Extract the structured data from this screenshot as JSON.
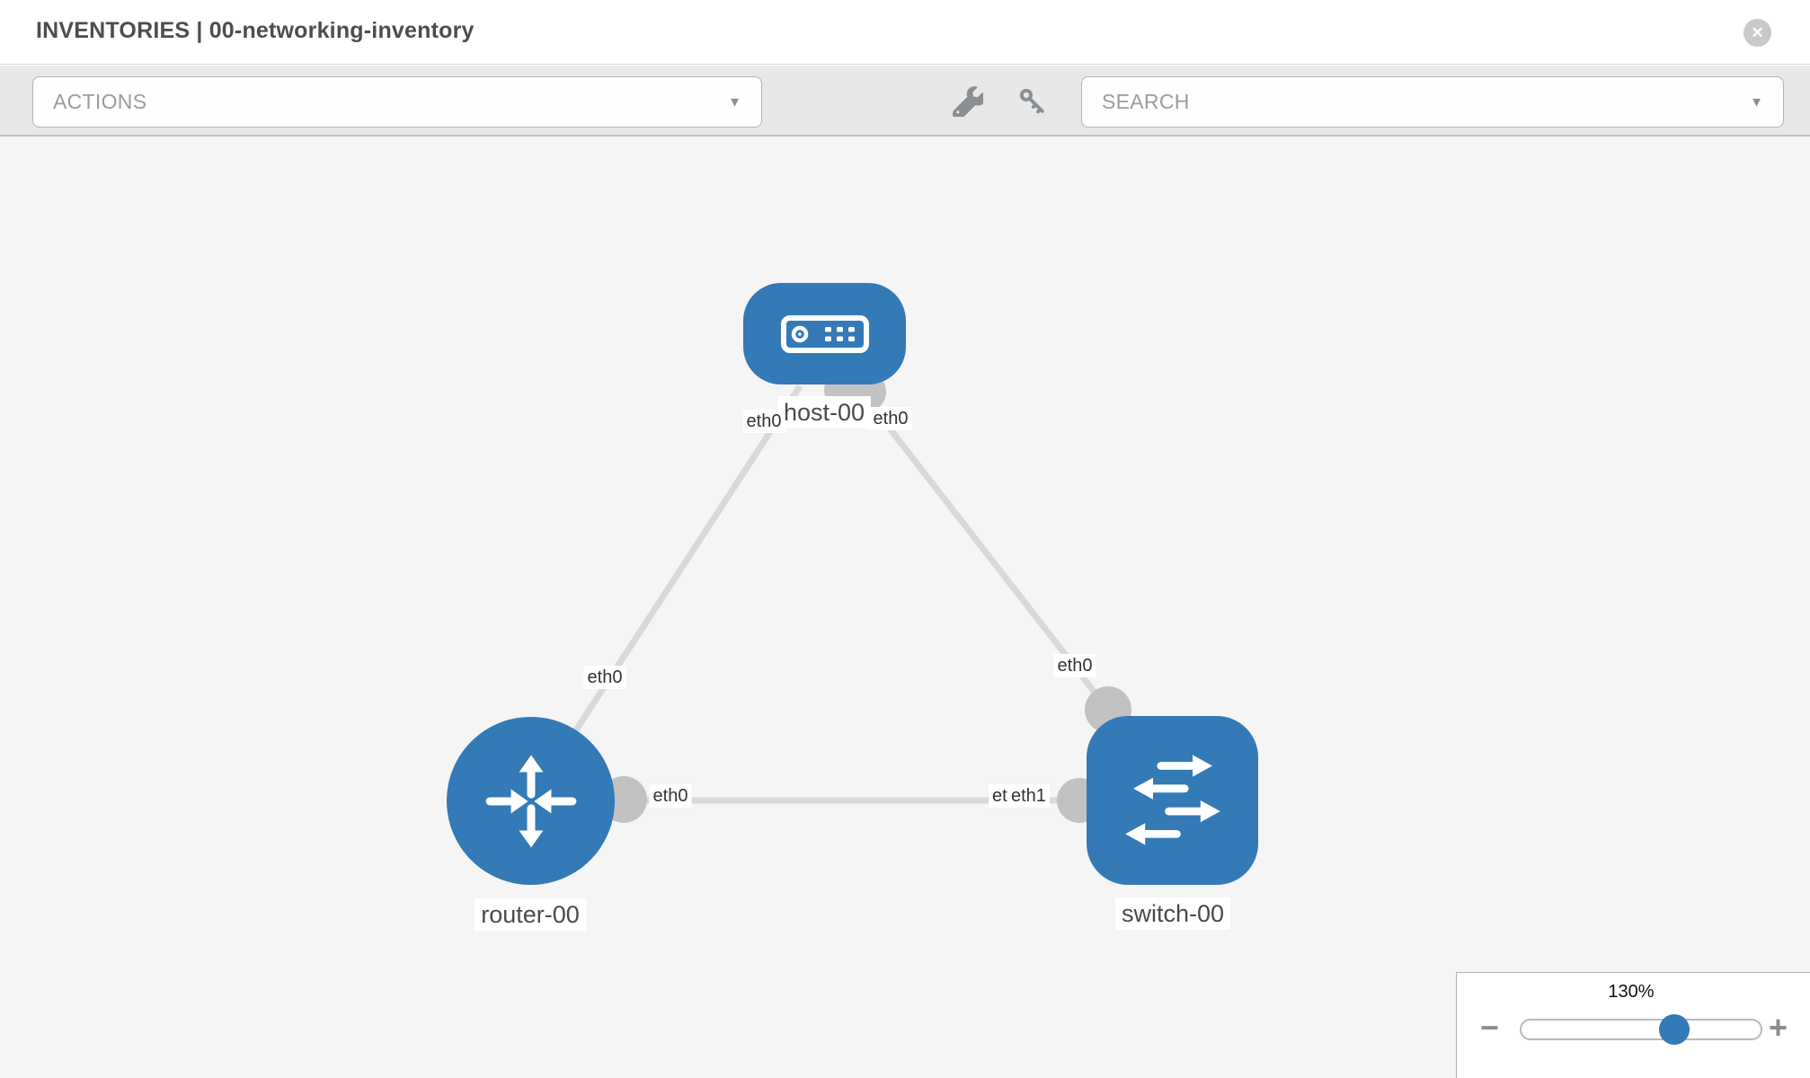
{
  "header": {
    "title": "INVENTORIES | 00-networking-inventory"
  },
  "toolbar": {
    "actions": {
      "label": "ACTIONS"
    },
    "search": {
      "placeholder": "SEARCH"
    },
    "tool_icons": [
      "wrench-icon",
      "key-icon"
    ]
  },
  "icons": {
    "dropdown_caret": "▼",
    "close": "✕",
    "minus": "−",
    "plus": "+"
  },
  "colors": {
    "node_blue": "#337ab7",
    "port_gray": "#c2c2c2",
    "link_gray": "#d9d9d9",
    "canvas_bg": "#f5f5f5",
    "toolbar_bg": "#e8e8e8"
  },
  "topology": {
    "nodes": [
      {
        "label": "host-00",
        "type": "host"
      },
      {
        "label": "router-00",
        "type": "router"
      },
      {
        "label": "switch-00",
        "type": "switch"
      }
    ],
    "links": [
      {
        "from": "router-00",
        "from_if": "eth0",
        "to": "host-00",
        "to_if": "eth0"
      },
      {
        "from": "host-00",
        "from_if": "eth0",
        "to": "switch-00",
        "to_if": "eth0"
      },
      {
        "from": "router-00",
        "from_if": "eth0",
        "to": "switch-00",
        "to_if": "eth1",
        "to_if_overlapped": "eth0"
      }
    ]
  },
  "zoom_control": {
    "value": "130%",
    "percent": 64
  }
}
